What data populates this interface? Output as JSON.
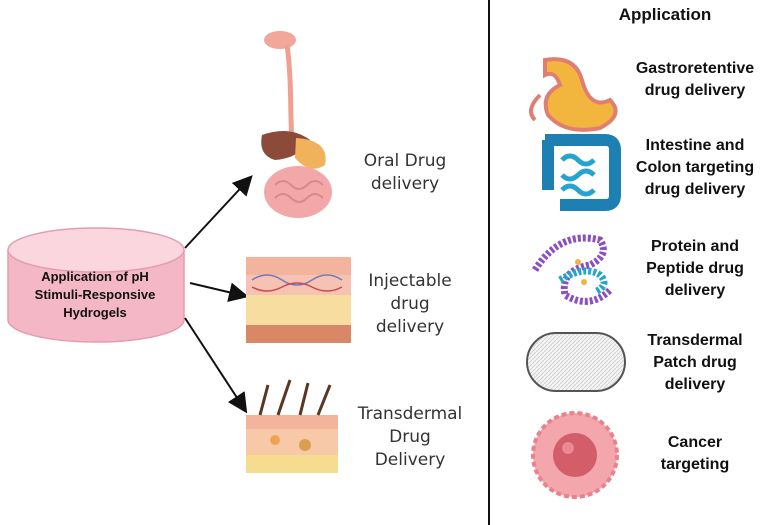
{
  "center": {
    "label_line1": "Application of pH",
    "label_line2": "Stimuli-Responsive",
    "label_line3": "Hydrogels",
    "fill_color": "#f7c6d3"
  },
  "routes": [
    {
      "label_line1": "Oral Drug",
      "label_line2": "delivery",
      "label_line3": "",
      "icon": "digestive-system-icon"
    },
    {
      "label_line1": "Injectable",
      "label_line2": "drug",
      "label_line3": "delivery",
      "icon": "skin-injection-layers-icon"
    },
    {
      "label_line1": "Transdermal",
      "label_line2": "Drug",
      "label_line3": "Delivery",
      "icon": "skin-cross-section-icon"
    }
  ],
  "application": {
    "title": "Application",
    "items": [
      {
        "line1": "Gastroretentive",
        "line2": "drug delivery",
        "line3": "",
        "icon": "stomach-icon"
      },
      {
        "line1": "Intestine and",
        "line2": "Colon targeting",
        "line3": "drug delivery",
        "icon": "intestine-icon"
      },
      {
        "line1": "Protein and",
        "line2": "Peptide drug",
        "line3": "delivery",
        "icon": "protein-chain-icon"
      },
      {
        "line1": "Transdermal",
        "line2": "Patch drug",
        "line3": "delivery",
        "icon": "patch-icon"
      },
      {
        "line1": "Cancer",
        "line2": "targeting",
        "line3": "",
        "icon": "cancer-cell-icon"
      }
    ]
  },
  "colors": {
    "arrow": "#111111",
    "divider": "#111111",
    "stomach": "#f2b53e",
    "intestine": "#1e7fb3",
    "protein_a": "#8a4fc0",
    "protein_b": "#1fa6c9",
    "cancer": "#e9828c"
  }
}
